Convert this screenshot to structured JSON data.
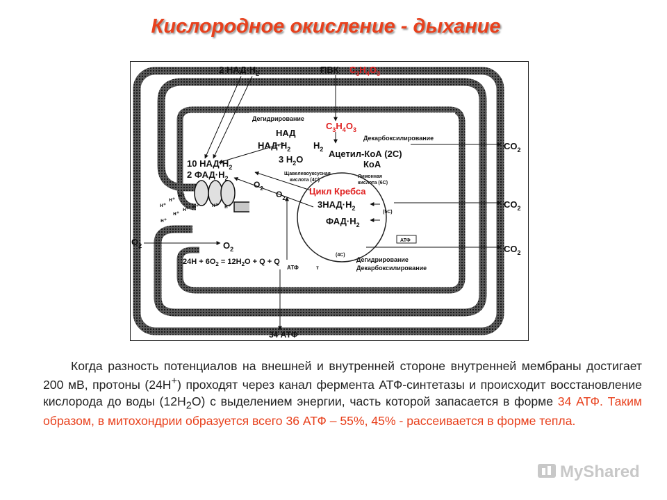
{
  "title": "Кислородное окисление - дыхание",
  "diagram": {
    "top_nadh2": "2 НАД·Н",
    "top_nadh2_sub": "2",
    "pvk": "ПВК",
    "pvk_formula": {
      "c": "C",
      "c_n": "3",
      "h": "H",
      "h_n": "4",
      "o": "O",
      "o_n": "3"
    },
    "dehydrogenation": "Дегидрирование",
    "nad": "НАД",
    "nadh2": "НАД·Н",
    "nadh2_sub": "2",
    "h2": "Н",
    "h2_sub": "2",
    "decarboxylation": "Декарбоксилирование",
    "acetyl_coa": "Ацетил-КоА (2С)",
    "three_h2o": "3 H",
    "three_h2o_sub": "2",
    "three_h2o_o": "O",
    "coa": "КоА",
    "ten_nadh2": "10 НАД·Н",
    "ten_nadh2_sub": "2",
    "two_fadh2": "2 ФАД·Н",
    "two_fadh2_sub": "2",
    "oxaloacetate": "Щавелевоуксусная",
    "oxaloacetate2": "кислота (4С)",
    "citric": "Лимонная",
    "citric2": "кислота (6С)",
    "o2_a": "O",
    "o2_a_sub": "2",
    "o2_b": "O",
    "o2_b_sub": "2",
    "krebs": "Цикл Кребса",
    "three_nadh2": "3НАД·Н",
    "three_nadh2_sub": "2",
    "five_c": "(5С)",
    "fadh2": "ФАД·Н",
    "fadh2_sub": "2",
    "atf_box": "АТФ",
    "four_c": "(4С)",
    "dehydrogenation2": "Дегидрирование",
    "decarboxylation2": "Декарбоксилирование",
    "o2_left": "O",
    "o2_left_sub": "2",
    "o2_inner": "O",
    "o2_inner_sub": "2",
    "equation": "24H + 6O",
    "equation_sub": "2",
    "equation_rest": " = 12H",
    "equation_sub2": "2",
    "equation_end": "O + Q   +  Q",
    "q_atf": "АТФ",
    "q_t": "т",
    "co2_1": "CO",
    "co2_2": "CO",
    "co2_3": "CO",
    "co2_sub": "2",
    "bottom_atf": "34 АТФ",
    "hplus": "н⁺"
  },
  "paragraph": {
    "part1": "Когда разность потенциалов на внешней и внутренней стороне внутренней мембраны достигает 200 мВ, протоны (24Н",
    "sup_plus": "+",
    "part2": ") проходят через канал фермента АТФ-синтетазы и происходит восстановление кислорода до воды (12Н",
    "sub_2": "2",
    "part3": "О) с выделением энергии, часть которой запасается в форме ",
    "red": "34 АТФ. Таким образом, в митохондрии образуется всего 36 АТФ – 55%, 45% - рассеивается в форме тепла."
  },
  "watermark": "MyShared",
  "colors": {
    "accent": "#e8401c",
    "text": "#222222"
  }
}
